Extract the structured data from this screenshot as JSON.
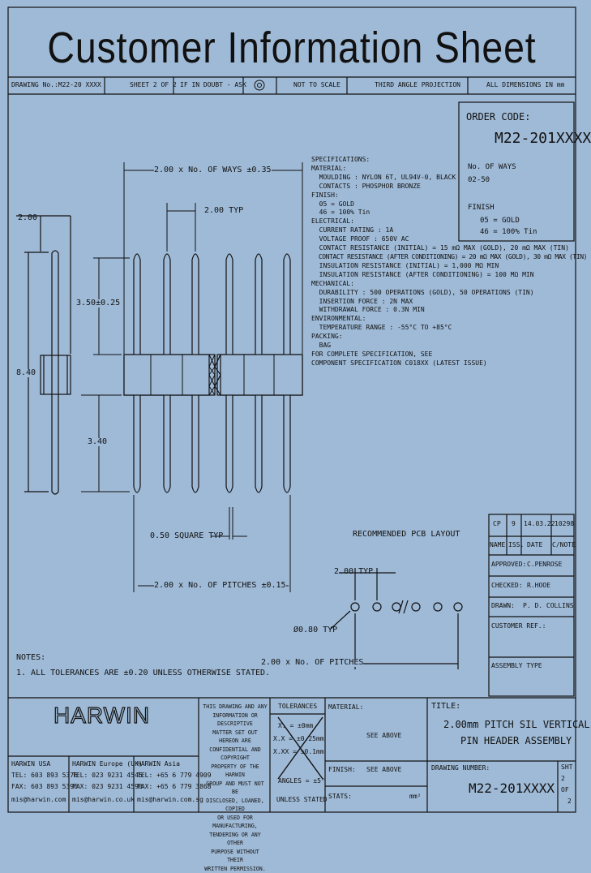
{
  "title": "Customer Information Sheet",
  "header_row": {
    "drawing_no": "DRAWING No.:M22-20 XXXX",
    "sheet": "SHEET 2 OF 2",
    "doubt": "IF IN DOUBT - ASK",
    "not_to_scale": "NOT TO SCALE",
    "projection": "THIRD ANGLE PROJECTION",
    "dims": "ALL DIMENSIONS IN mm"
  },
  "order_code": {
    "label": "ORDER CODE:",
    "code": "M22-201XXXX",
    "ways_label": "No. OF WAYS",
    "ways_range": "02-50",
    "finish_label": "FINISH",
    "finish_05": "05 = GOLD",
    "finish_46": "46 = 100% Tin"
  },
  "dimensions": {
    "overall": "2.00 x No. OF WAYS ±0.35",
    "typ": "2.00 TYP",
    "left_200": "2.00",
    "h350": "3.50±0.25",
    "h840": "8.40",
    "h340": "3.40",
    "square": "0.50 SQUARE TYP",
    "pitches": "2.00 x No. OF PITCHES ±0.15"
  },
  "specifications": [
    "SPECIFICATIONS:",
    "MATERIAL:",
    "  MOULDING : NYLON 6T, UL94V-0, BLACK",
    "  CONTACTS : PHOSPHOR BRONZE",
    "FINISH:",
    "  05 = GOLD",
    "  46 = 100% Tin",
    "ELECTRICAL:",
    "  CURRENT RATING : 1A",
    "  VOLTAGE PROOF : 650V AC",
    "  CONTACT RESISTANCE (INITIAL) = 15 mΩ MAX (GOLD), 20 mΩ MAX (TIN)",
    "  CONTACT RESISTANCE (AFTER CONDITIONING) = 20 mΩ MAX (GOLD), 30 mΩ MAX (TIN)",
    "  INSULATION RESISTANCE (INITIAL) = 1,000 MΩ MIN",
    "  INSULATION RESISTANCE (AFTER CONDITIONING) = 100 MΩ MIN",
    "MECHANICAL:",
    "  DURABILITY : 500 OPERATIONS (GOLD), 50 OPERATIONS (TIN)",
    "  INSERTION FORCE : 2N MAX",
    "  WITHDRAWAL FORCE : 0.3N MIN",
    "ENVIRONMENTAL:",
    "  TEMPERATURE RANGE : -55°C TO +85°C",
    "PACKING:",
    "  BAG",
    "FOR COMPLETE SPECIFICATION, SEE",
    "COMPONENT SPECIFICATION C018XX (LATEST ISSUE)"
  ],
  "pcb": {
    "title": "RECOMMENDED PCB LAYOUT",
    "typ": "2.00 TYP",
    "hole": "Ø0.80 TYP",
    "pitches": "2.00 x No. OF PITCHES"
  },
  "notes": {
    "title": "NOTES:",
    "line1": "1. ALL TOLERANCES ARE ±0.20 UNLESS OTHERWISE STATED."
  },
  "revision": {
    "rev": "CP",
    "iss": "9",
    "date": "14.03.22",
    "cn": "10298",
    "h_name": "NAME",
    "h_iss": "ISS.",
    "h_date": "DATE",
    "h_cn": "C/NOTE"
  },
  "approvals": {
    "approved": "APPROVED:",
    "approved_by": "C.PENROSE",
    "checked": "CHECKED:",
    "checked_by": "R.HOOE",
    "drawn": "DRAWN:",
    "drawn_by": "P. D. COLLINS",
    "customer_ref": "CUSTOMER REF.:",
    "assembly_type": "ASSEMBLY TYPE"
  },
  "footer": {
    "logo": "HARWIN",
    "usa": {
      "name": "HARWIN USA",
      "tel": "TEL: 603 893 5376",
      "fax": "FAX: 603 893 5396",
      "mail": "mis@harwin.com"
    },
    "europe": {
      "name": "HARWIN Europe (UK)",
      "tel": "TEL: 023 9231 4545",
      "fax": "FAX: 023 9231 4590",
      "mail": "mis@harwin.co.uk"
    },
    "asia": {
      "name": "HARWIN Asia",
      "tel": "TEL: +65 6 779 4909",
      "fax": "FAX: +65 6 779 3868",
      "mail": "mis@harwin.com.sg"
    },
    "confidential": [
      "THIS DRAWING AND ANY",
      "INFORMATION OR DESCRIPTIVE",
      "MATTER SET OUT HEREON ARE",
      "CONFIDENTIAL AND COPYRIGHT",
      "PROPERTY OF THE HARWIN",
      "GROUP AND MUST NOT BE",
      "DISCLOSED, LOANED, COPIED",
      "OR USED FOR MANUFACTURING,",
      "TENDERING OR ANY OTHER",
      "PURPOSE WITHOUT THEIR",
      "WRITTEN PERMISSION."
    ],
    "tolerances": "TOLERANCES",
    "tol1": "X. = ±0mm",
    "tol2": "X.X = ±0.25mm",
    "tol3": "X.XX = ±0.1mm",
    "angles": "ANGLES = ±5°",
    "unless": "UNLESS STATED",
    "material_label": "MATERIAL:",
    "material_val": "SEE ABOVE",
    "finish_label": "FINISH:",
    "finish_val": "SEE ABOVE",
    "stats_label": "STATS:",
    "stats_val": "mm²",
    "title_label": "TITLE:",
    "title_1": "2.00mm PITCH SIL VERTICAL",
    "title_2": "PIN HEADER ASSEMBLY",
    "dwg_label": "DRAWING NUMBER:",
    "dwg_val": "M22-201XXXX",
    "sht_label": "SHT",
    "sht_val": "2",
    "of_label": "OF",
    "of_val": "2"
  }
}
